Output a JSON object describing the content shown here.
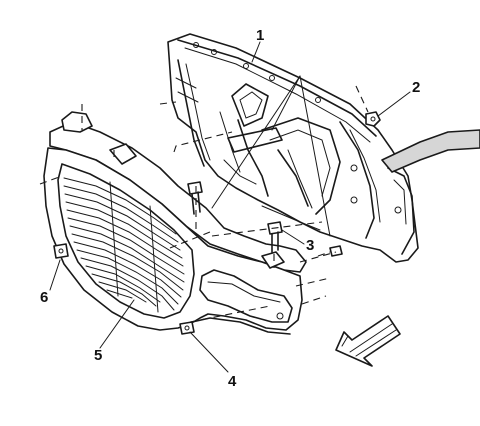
{
  "callouts": [
    {
      "id": "1",
      "label": "1"
    },
    {
      "id": "2",
      "label": "2"
    },
    {
      "id": "3",
      "label": "3"
    },
    {
      "id": "4",
      "label": "4"
    },
    {
      "id": "5",
      "label": "5"
    },
    {
      "id": "6",
      "label": "6"
    }
  ],
  "icons": {
    "direction": "front-arrow-icon"
  }
}
